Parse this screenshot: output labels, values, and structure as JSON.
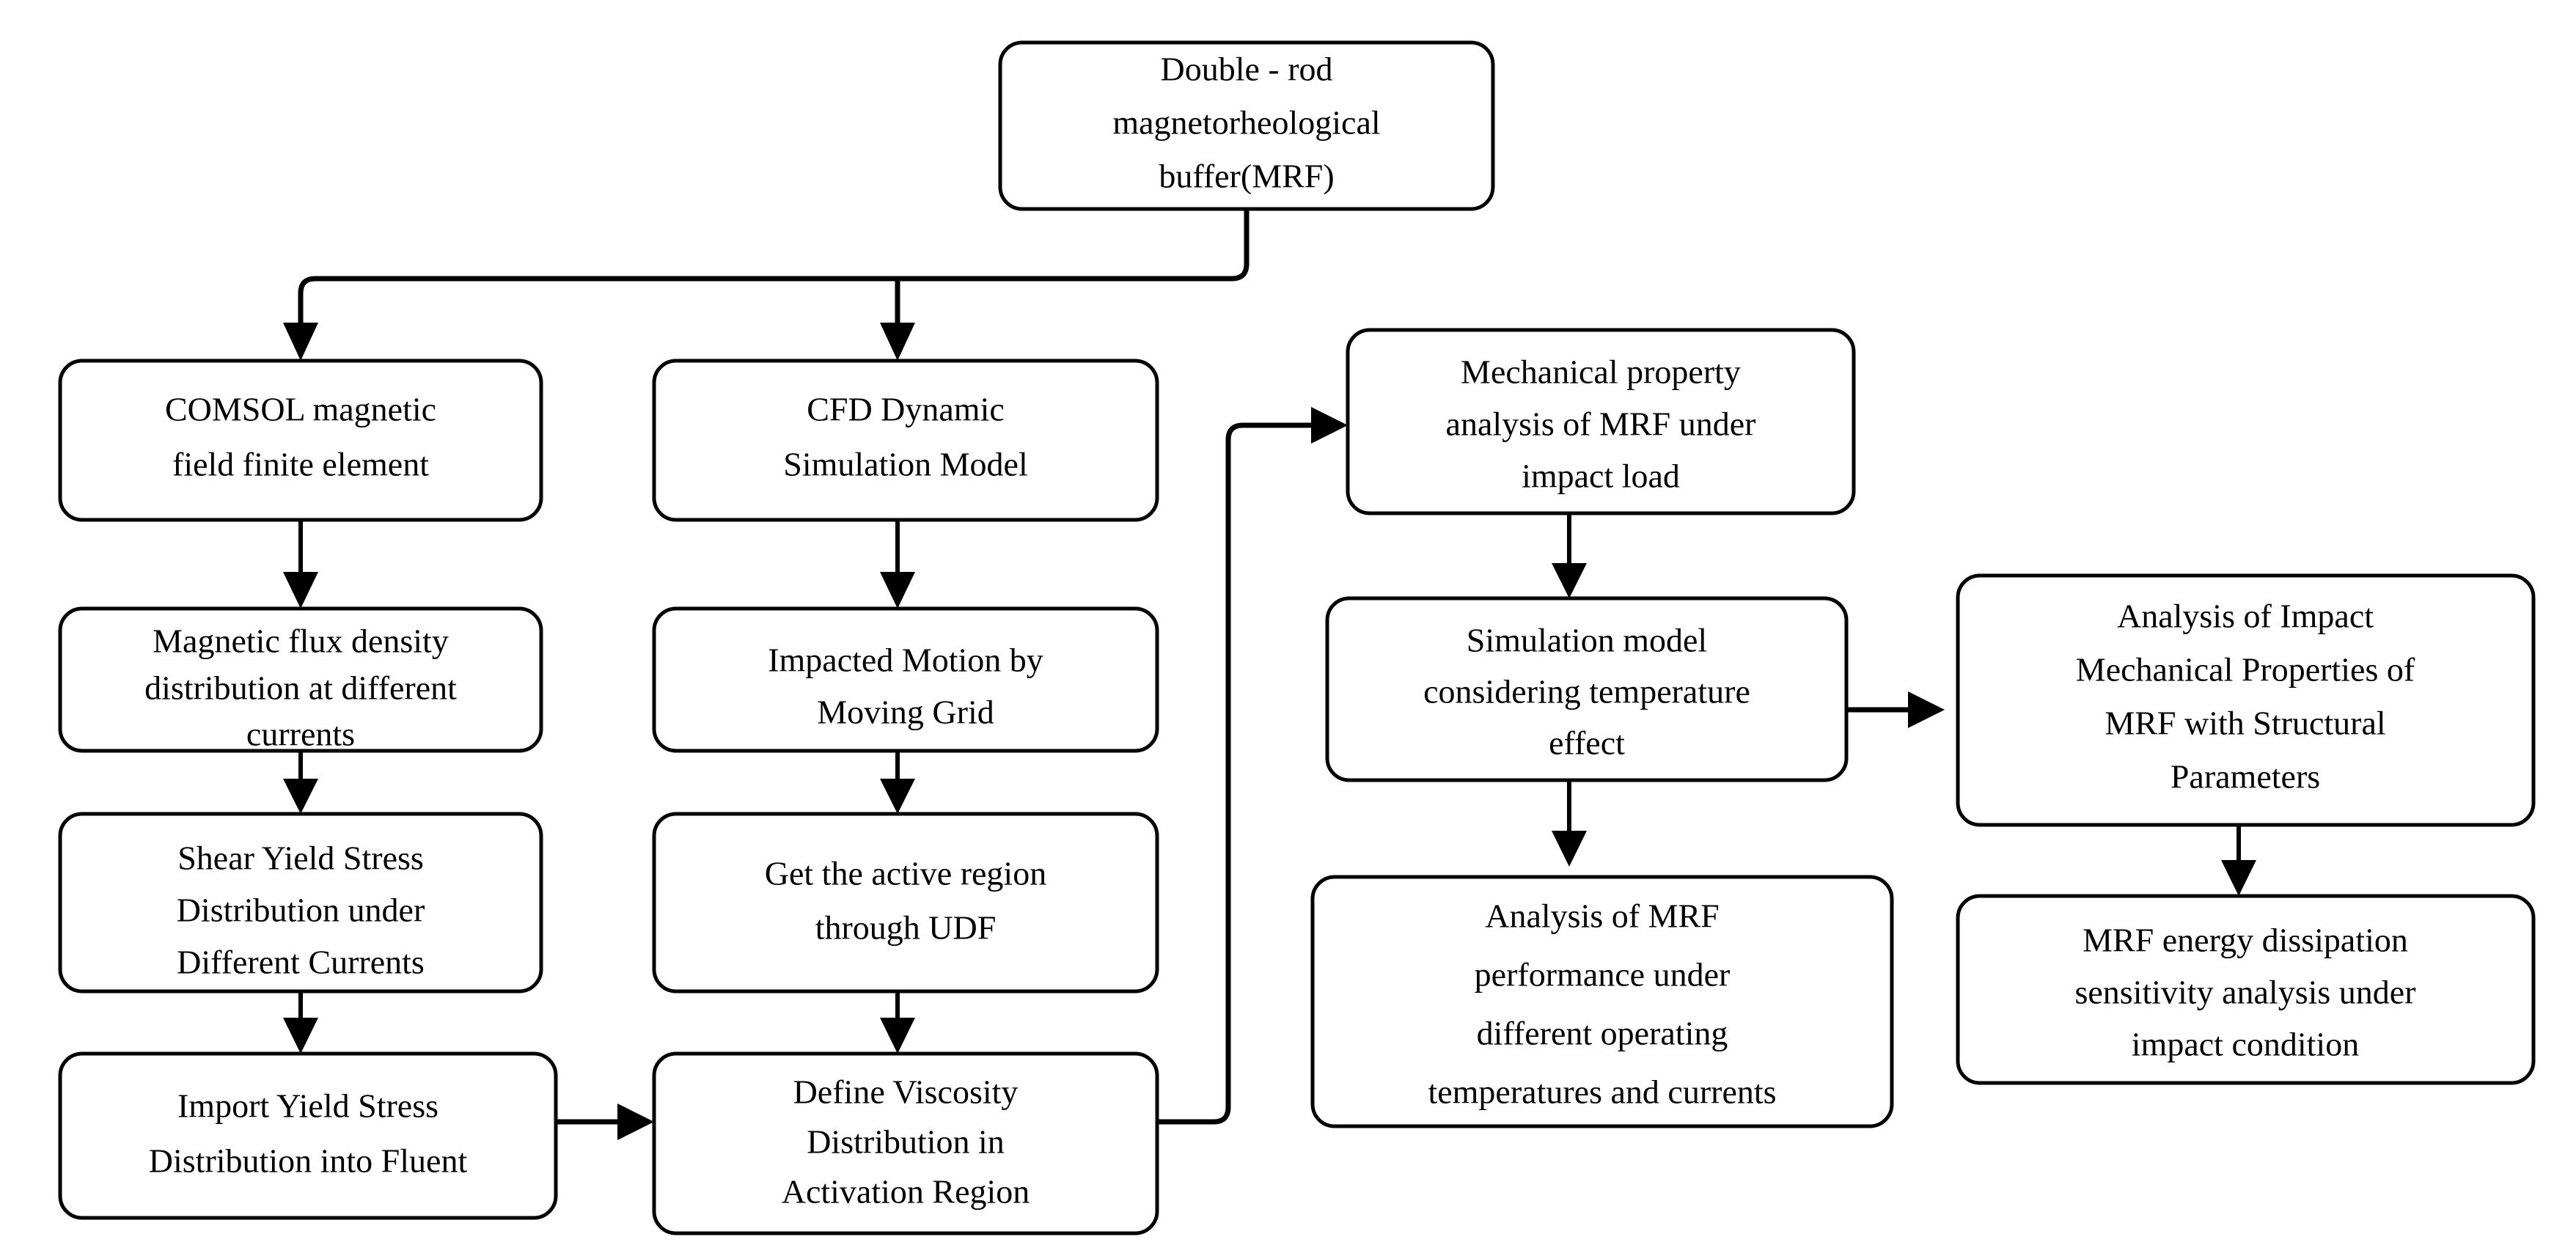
{
  "diagram": {
    "title": "Double-rod magnetorheological buffer research flowchart",
    "stroke_color": "#000000",
    "fill_color": "#ffffff",
    "background": "#ffffff",
    "nodes": {
      "root": {
        "id": "root",
        "lines": [
          "Double - rod",
          "magnetorheological",
          "buffer(MRF)"
        ]
      },
      "comsol": {
        "id": "comsol",
        "lines": [
          "COMSOL magnetic",
          "field finite element"
        ]
      },
      "flux": {
        "id": "flux",
        "lines": [
          "Magnetic flux density",
          "distribution at different",
          "currents"
        ]
      },
      "shear": {
        "id": "shear",
        "lines": [
          "Shear Yield Stress",
          "Distribution under",
          "Different Currents"
        ]
      },
      "import_fluent": {
        "id": "import_fluent",
        "lines": [
          "Import Yield Stress",
          "Distribution into Fluent"
        ]
      },
      "cfd": {
        "id": "cfd",
        "lines": [
          "CFD Dynamic",
          "Simulation Model"
        ]
      },
      "impacted": {
        "id": "impacted",
        "lines": [
          "Impacted Motion by",
          "Moving Grid"
        ]
      },
      "udf": {
        "id": "udf",
        "lines": [
          "Get the active region",
          "through UDF"
        ]
      },
      "viscosity": {
        "id": "viscosity",
        "lines": [
          "Define Viscosity",
          "Distribution in",
          "Activation Region"
        ]
      },
      "mech_prop": {
        "id": "mech_prop",
        "lines": [
          "Mechanical property",
          "analysis of MRF under",
          "impact load"
        ]
      },
      "sim_temp": {
        "id": "sim_temp",
        "lines": [
          "Simulation model",
          "considering temperature",
          "effect"
        ]
      },
      "perf_temp": {
        "id": "perf_temp",
        "lines": [
          "Analysis of MRF",
          "performance under",
          "different operating",
          "temperatures and currents"
        ]
      },
      "impact_struct": {
        "id": "impact_struct",
        "lines": [
          "Analysis of Impact",
          "Mechanical Properties of",
          "MRF with Structural",
          "Parameters"
        ]
      },
      "energy_diss": {
        "id": "energy_diss",
        "lines": [
          "MRF energy dissipation",
          "sensitivity analysis under",
          "impact condition"
        ]
      }
    },
    "edges": [
      {
        "id": "root-to-comsol",
        "from": "root",
        "to": "comsol"
      },
      {
        "id": "root-to-cfd",
        "from": "root",
        "to": "cfd"
      },
      {
        "id": "comsol-to-flux",
        "from": "comsol",
        "to": "flux"
      },
      {
        "id": "flux-to-shear",
        "from": "flux",
        "to": "shear"
      },
      {
        "id": "shear-to-import",
        "from": "shear",
        "to": "import_fluent"
      },
      {
        "id": "import-to-viscosity",
        "from": "import_fluent",
        "to": "viscosity"
      },
      {
        "id": "cfd-to-impacted",
        "from": "cfd",
        "to": "impacted"
      },
      {
        "id": "impacted-to-udf",
        "from": "impacted",
        "to": "udf"
      },
      {
        "id": "udf-to-viscosity",
        "from": "udf",
        "to": "viscosity"
      },
      {
        "id": "viscosity-to-mech-prop",
        "from": "viscosity",
        "to": "mech_prop"
      },
      {
        "id": "mech-prop-to-sim-temp",
        "from": "mech_prop",
        "to": "sim_temp"
      },
      {
        "id": "sim-temp-to-perf-temp",
        "from": "sim_temp",
        "to": "perf_temp"
      },
      {
        "id": "sim-temp-to-impact-struct",
        "from": "sim_temp",
        "to": "impact_struct"
      },
      {
        "id": "impact-struct-to-energy-diss",
        "from": "impact_struct",
        "to": "energy_diss"
      }
    ]
  }
}
